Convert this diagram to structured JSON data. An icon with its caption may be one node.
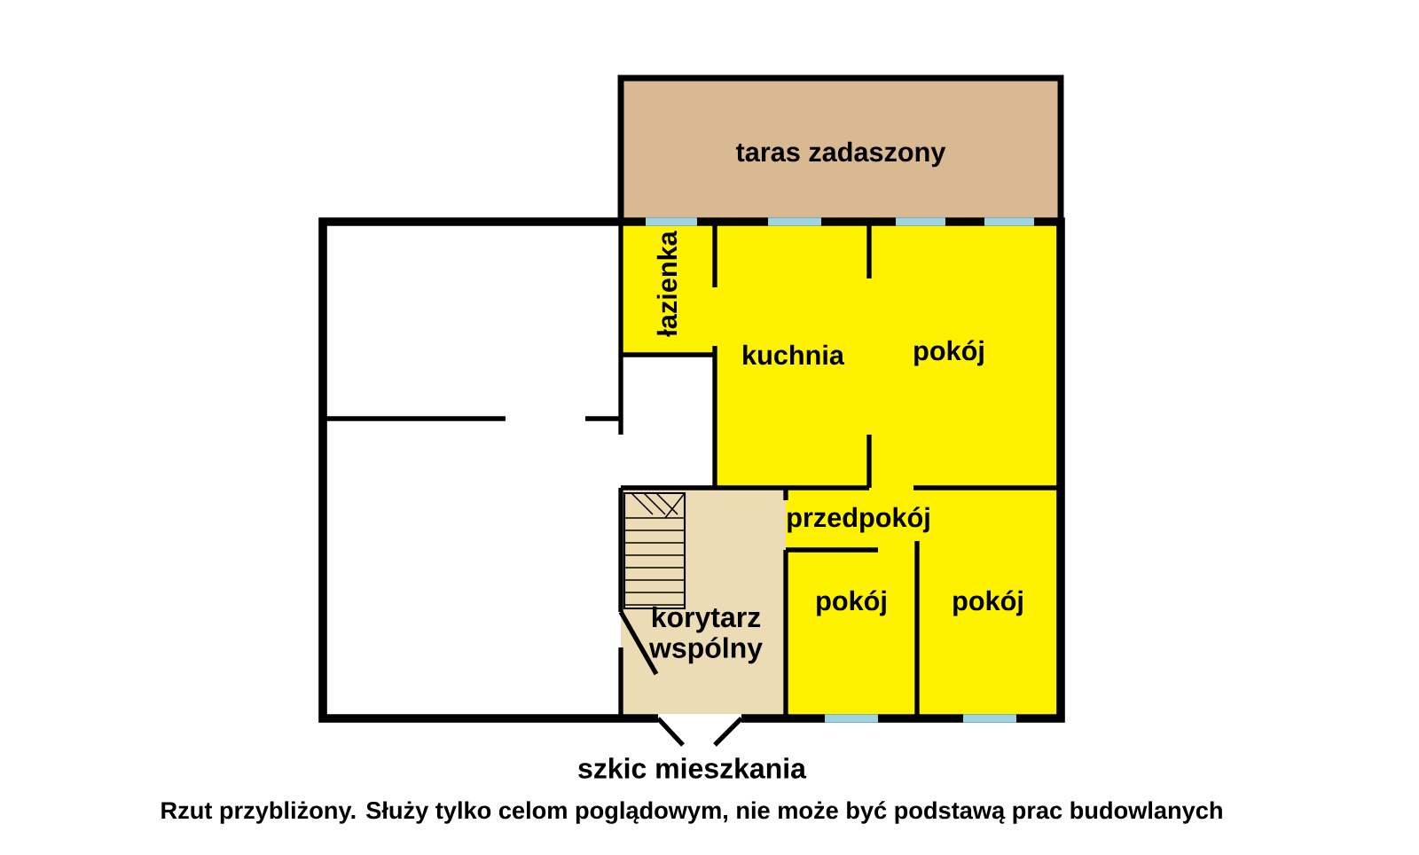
{
  "diagram": {
    "caption": "Rzut przybliżony. Służy tylko celom poglądowym, nie może być podstawą prac budowlanych",
    "nodes": [
      {
        "text": [
          "taras zadaszony"
        ]
      },
      {
        "text": [
          "łazienka"
        ]
      },
      {
        "text": [
          "kuchnia"
        ]
      },
      {
        "text": [
          "pokój"
        ]
      },
      {
        "text": [
          "przedpokój"
        ]
      },
      {
        "text": [
          "korytarz wspólny"
        ]
      },
      {
        "text": [
          "pokój"
        ]
      },
      {
        "text": [
          "pokój"
        ]
      }
    ],
    "labels": [
      "szkic mieszkania"
    ]
  }
}
